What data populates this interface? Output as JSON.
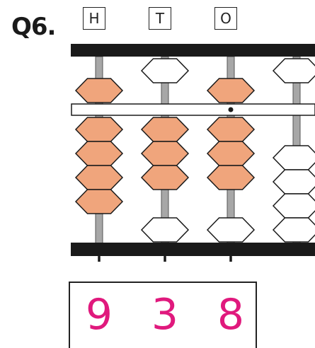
{
  "question": {
    "label": "Q6."
  },
  "places": [
    "H",
    "T",
    "O"
  ],
  "answer_digits": [
    "9",
    "3",
    "8"
  ],
  "colors": {
    "bead_active": "#f0a57c",
    "bead_inactive": "#ffffff",
    "frame": "#1a1a1a",
    "rod": "#a7a7a7",
    "digit": "#e0197d"
  },
  "abacus": {
    "rods": [
      {
        "heaven_set": true,
        "earth_set": 4
      },
      {
        "heaven_set": false,
        "earth_set": 3
      },
      {
        "heaven_set": true,
        "earth_set": 3
      },
      {
        "heaven_set": false,
        "earth_set": 0
      }
    ]
  }
}
